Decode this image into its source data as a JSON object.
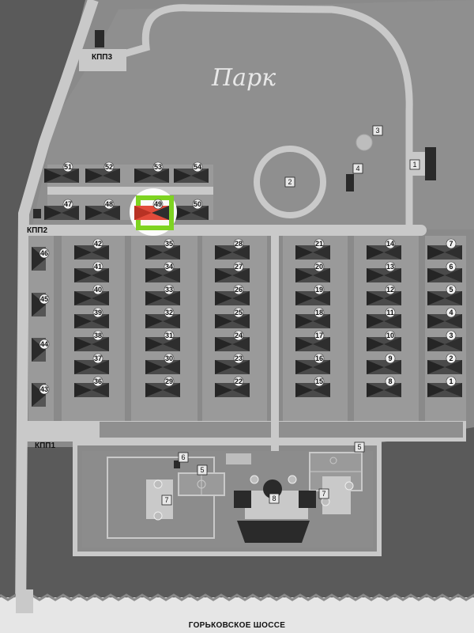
{
  "park_label": "Парк",
  "road_label": "ГОРЬКОВСКОЕ ШОССЕ",
  "checkpoints": {
    "kpp1": "КПП1",
    "kpp2": "КПП2",
    "kpp3": "КПП3"
  },
  "highlighted_house": "49",
  "house_numbers": [
    "1",
    "2",
    "3",
    "4",
    "5",
    "6",
    "7",
    "8",
    "9",
    "10",
    "11",
    "12",
    "13",
    "14",
    "15",
    "16",
    "17",
    "18",
    "19",
    "20",
    "21",
    "22",
    "23",
    "24",
    "25",
    "26",
    "27",
    "28",
    "29",
    "30",
    "31",
    "32",
    "33",
    "34",
    "35",
    "36",
    "37",
    "38",
    "39",
    "40",
    "41",
    "42",
    "43",
    "44",
    "45",
    "46",
    "47",
    "48",
    "49",
    "50",
    "51",
    "52",
    "53",
    "54"
  ],
  "facility_numbers": [
    "1",
    "2",
    "3",
    "4",
    "5",
    "5",
    "6",
    "7",
    "7",
    "8"
  ],
  "colors": {
    "background": "#5a5a5a",
    "ground": "#8c8c8c",
    "road": "#c9c9c9",
    "highlight": "#7ed321",
    "highlight_house": "#e24b3b"
  }
}
